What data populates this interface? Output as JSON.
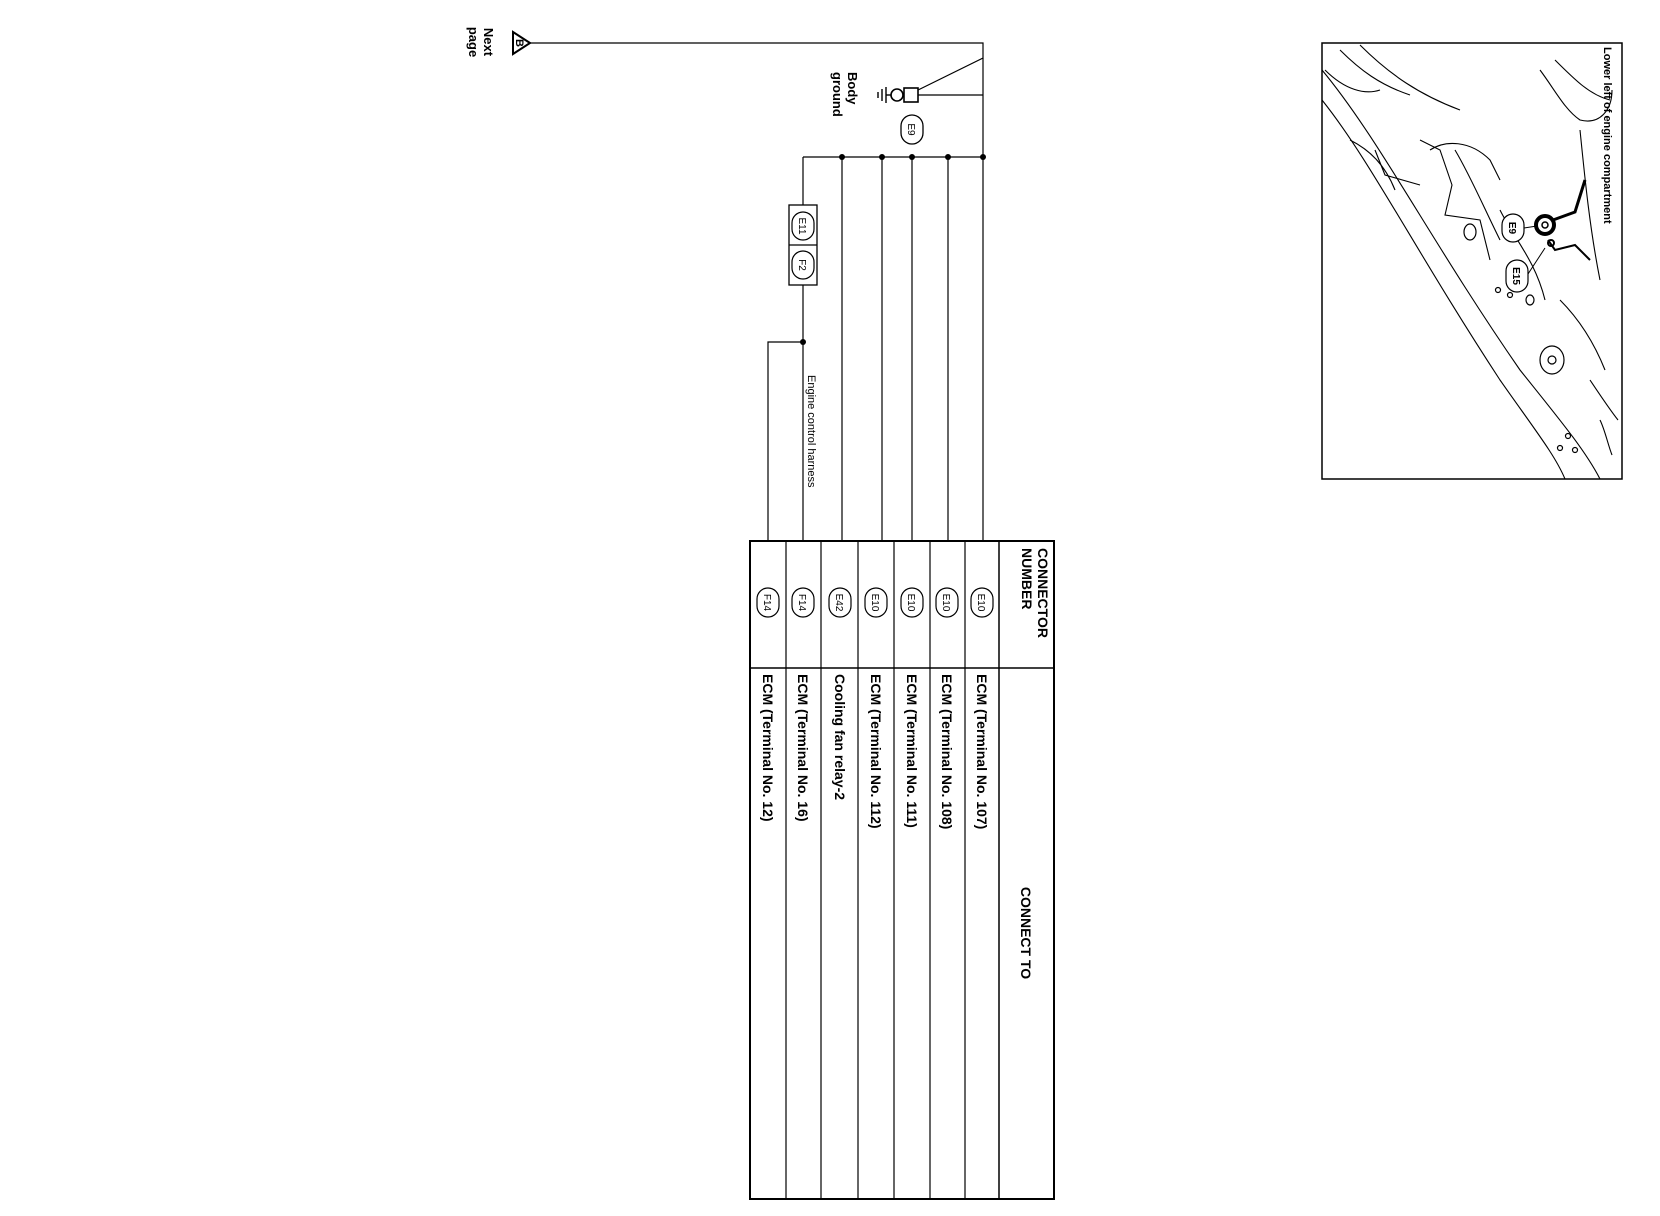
{
  "next_page": {
    "arrow_letter": "B",
    "label_line1": "Next",
    "label_line2": "page"
  },
  "ground": {
    "connector": "E9",
    "label_line1": "Body",
    "label_line2": "ground"
  },
  "harness": {
    "label": "Engine control harness",
    "connector_left": "E11",
    "connector_right": "F2"
  },
  "table": {
    "header_number_line1": "CONNECTOR",
    "header_number_line2": "NUMBER",
    "header_connect_to": "CONNECT TO",
    "rows": [
      {
        "connector": "E10",
        "connect_to": "ECM (Terminal No. 107)"
      },
      {
        "connector": "E10",
        "connect_to": "ECM (Terminal No. 108)"
      },
      {
        "connector": "E10",
        "connect_to": "ECM (Terminal No. 111)"
      },
      {
        "connector": "E10",
        "connect_to": "ECM (Terminal No. 112)"
      },
      {
        "connector": "E42",
        "connect_to": "Cooling fan relay-2"
      },
      {
        "connector": "F14",
        "connect_to": "ECM (Terminal No. 16)"
      },
      {
        "connector": "F14",
        "connect_to": "ECM (Terminal No. 12)"
      }
    ]
  },
  "inset": {
    "caption": "Lower left of engine compartment",
    "callout_a": "E9",
    "callout_b": "E15"
  }
}
